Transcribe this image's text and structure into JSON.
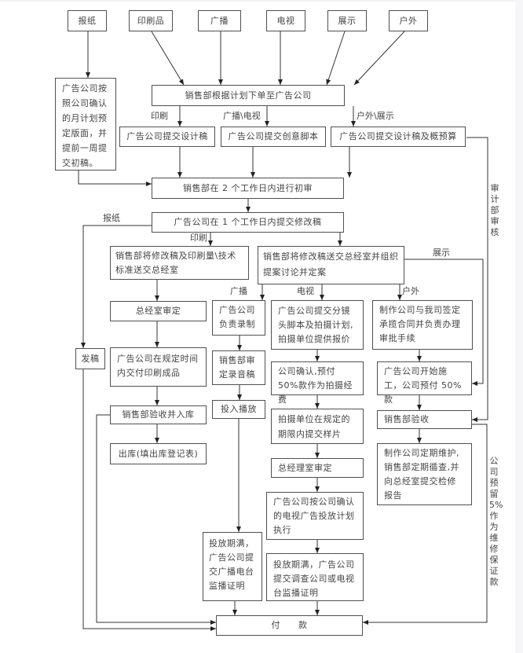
{
  "title": "广告业务流程图",
  "media": {
    "newspaper": "报纸",
    "print": "印刷品",
    "broadcast": "广播",
    "tv": "电视",
    "display": "展示",
    "outdoor": "户外"
  },
  "nodes": {
    "newspaper_layout": "广告公司按照公司确认的月计划预定版面，并提前一周提交初稿。",
    "order": "销售部根据计划下单至广告公司",
    "submit_design": "广告公司提交设计稿",
    "submit_script": "广告公司提交创意脚本",
    "submit_design_budget": "广告公司提交设计稿及概预算",
    "initial_review": "销售部在 2 个工作日内进行初审",
    "revision": "广告公司在 1 个工作日内提交修改稿",
    "print_submit": "销售部将修改稿及印刷量\\技术标准送交总经室",
    "proposal_submit": "销售部将修改稿送交总经室并组织提案讨论并定案",
    "gm_approve": "总经室审定",
    "print_deliver": "广告公司在规定时间内交付印刷成品",
    "accept_store": "销售部验收并入库",
    "outbound": "出库(填出库登记表)",
    "publish": "发稿",
    "radio_record": "广告公司负责录制",
    "radio_review": "销售部审定录音稿",
    "radio_air": "投入播放",
    "radio_proof": "投放期满，广告公司提交广播电台监播证明",
    "tv_storyboard": "广告公司提交分镜头脚本及拍摄计划,拍摄单位提供报价",
    "tv_prepay": "公司确认,预付 50%款作为拍摄经费",
    "tv_sample": "拍摄单位在规定的期限内提交样片",
    "tv_gm_approve": "总经理室审定",
    "tv_execute": "广告公司按公司确认的电视广告投放计划执行",
    "tv_proof": "投放期满，广告公司提交调查公司或电视台监播证明",
    "outdoor_contract": "制作公司与我司签定承揽合同并负责办理审批手续",
    "outdoor_build": "广告公司开始施工，公司预付 50%款",
    "outdoor_accept": "销售部验收",
    "outdoor_maintain": "制作公司定期维护,销售部定期循查,并向总经室提交检修报告",
    "payment": "付　　款"
  },
  "edge_labels": {
    "print": "印刷",
    "broadcast_tv": "广播\\电视",
    "outdoor_display": "户外\\展示",
    "newspaper": "报纸",
    "print2": "印刷",
    "display": "展示",
    "broadcast": "广播",
    "tv": "电视",
    "outdoor": "户外",
    "audit": "审计部审核",
    "retention": "公司预留5%作为维修保证款"
  }
}
